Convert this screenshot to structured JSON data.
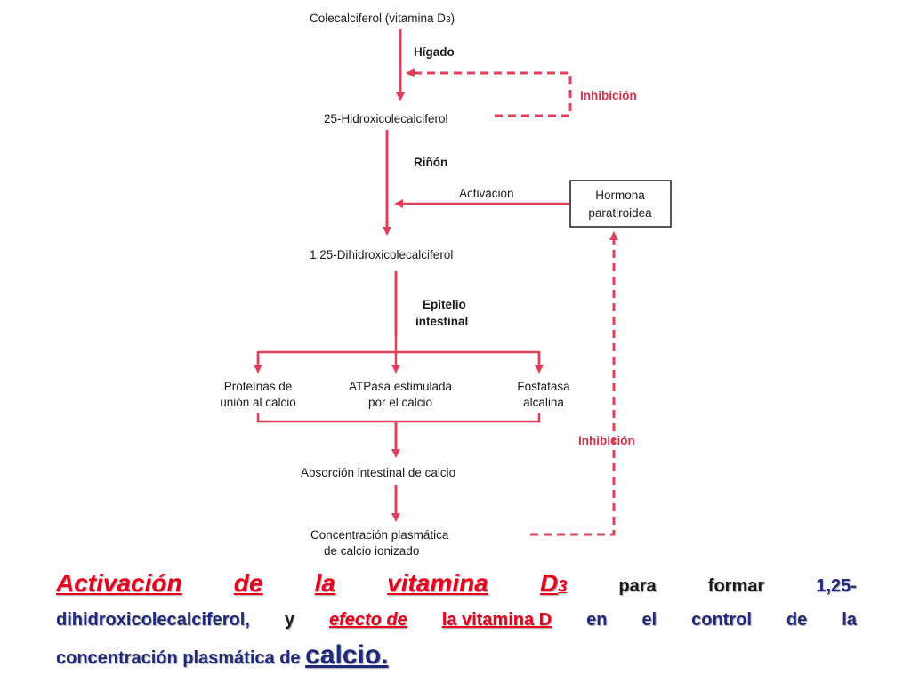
{
  "diagram": {
    "nodes": {
      "colecalciferol": "Colecalciferol (vitamina D",
      "colecalciferol_sub": "3",
      "colecalciferol_end": ")",
      "hidroxi25": "25-Hidroxicolecalciferol",
      "dihidroxi": "1,25-Dihidroxicolecalciferol",
      "proteinas_1": "Proteínas de",
      "proteinas_2": "unión al calcio",
      "atpasa_1": "ATPasa estimulada",
      "atpasa_2": "por el calcio",
      "fosfatasa_1": "Fosfatasa",
      "fosfatasa_2": "alcalina",
      "absorcion": "Absorción intestinal de calcio",
      "concentracion_1": "Concentración plasmática",
      "concentracion_2": "de calcio ionizado"
    },
    "organs": {
      "higado": "Hígado",
      "rinon": "Riñón",
      "epitelio_1": "Epitelio",
      "epitelio_2": "intestinal"
    },
    "hormone_box": {
      "line1": "Hormona",
      "line2": "paratiroidea"
    },
    "labels": {
      "inhibicion_top": "Inhibición",
      "activacion": "Activación",
      "inhibicion_bottom": "Inhibición"
    },
    "colors": {
      "arrow": "#e0405a",
      "text": "#1a1a1a"
    }
  },
  "caption": {
    "line1": [
      "Activación",
      "de",
      "la",
      "vitamina",
      "D",
      "3",
      "para",
      "formar",
      "1,25-"
    ],
    "line2": [
      "dihidroxicolecalciferol,",
      "y",
      "efecto de",
      "la vitamina D",
      "en",
      "el",
      "control",
      "de",
      "la"
    ],
    "line3_text": "concentración plasmática de",
    "line3_calcio": "calcio."
  }
}
